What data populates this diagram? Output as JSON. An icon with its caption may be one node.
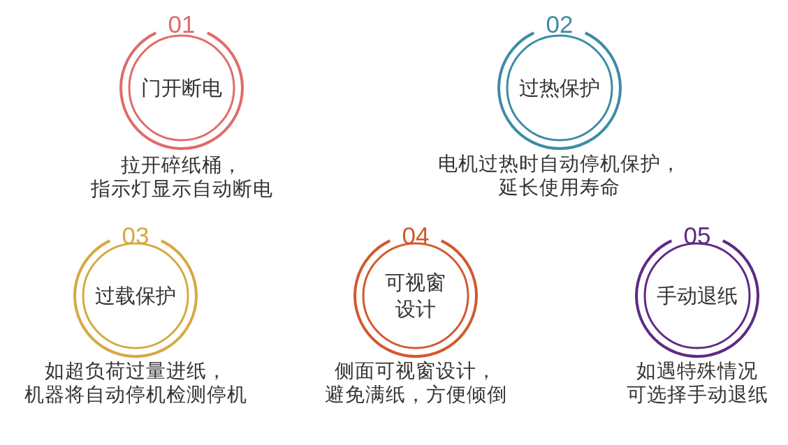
{
  "diagram": {
    "nodes": [
      {
        "text": [
          "01",
          "门开断电"
        ],
        "beside": [
          "拉开碎纸桶，指示灯显示自动断电"
        ]
      },
      {
        "text": [
          "02",
          "过热保护"
        ],
        "beside": [
          "电机过热时自动停机保护，延长使用寿命"
        ]
      },
      {
        "text": [
          "03",
          "过载保护"
        ],
        "beside": [
          "如超负荷过量进纸，机器将自动停机检测停机"
        ]
      },
      {
        "text": [
          "04",
          "可视窗设计"
        ],
        "beside": [
          "侧面可视窗设计，避免满纸，方便倾倒"
        ]
      },
      {
        "text": [
          "05",
          "手动退纸"
        ],
        "beside": [
          "如遇特殊情况可选择手动退纸"
        ]
      }
    ]
  }
}
